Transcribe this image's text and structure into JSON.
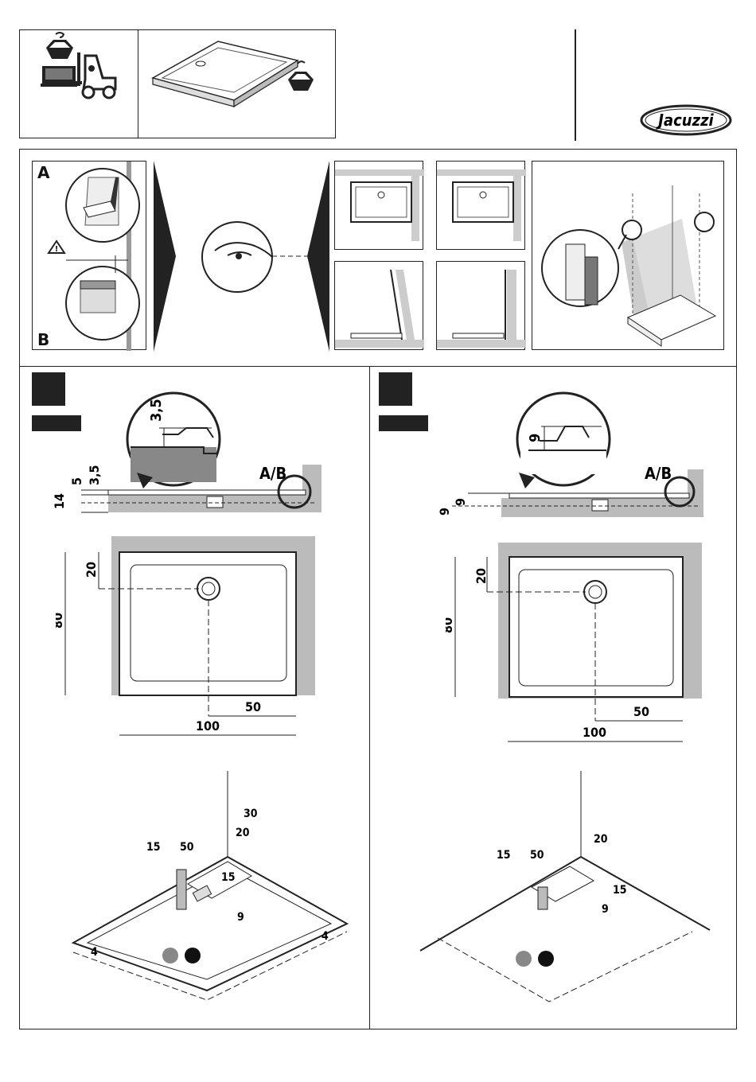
{
  "brand": {
    "logo_text": "Jacuzzi"
  },
  "install_panel": {
    "label_a": "A",
    "label_b": "B"
  },
  "variant_left": {
    "section_label": "A/B",
    "detail_height": "3,5",
    "side_dims": [
      "3,5",
      "5",
      "14"
    ],
    "plan": {
      "depth": "80",
      "offset_top": "20",
      "drain_x": "50",
      "width": "100"
    },
    "iso": {
      "d30": "30",
      "d20": "20",
      "d15a": "15",
      "d50": "50",
      "d15b": "15",
      "d9": "9",
      "d4a": "4",
      "d4b": "4"
    }
  },
  "variant_right": {
    "section_label": "A/B",
    "detail_height": "9",
    "side_dims": [
      "9",
      "9"
    ],
    "plan": {
      "depth": "80",
      "offset_top": "20",
      "drain_x": "50",
      "width": "100"
    },
    "iso": {
      "d20": "20",
      "d15a": "15",
      "d50": "50",
      "d15b": "15",
      "d9": "9"
    }
  }
}
